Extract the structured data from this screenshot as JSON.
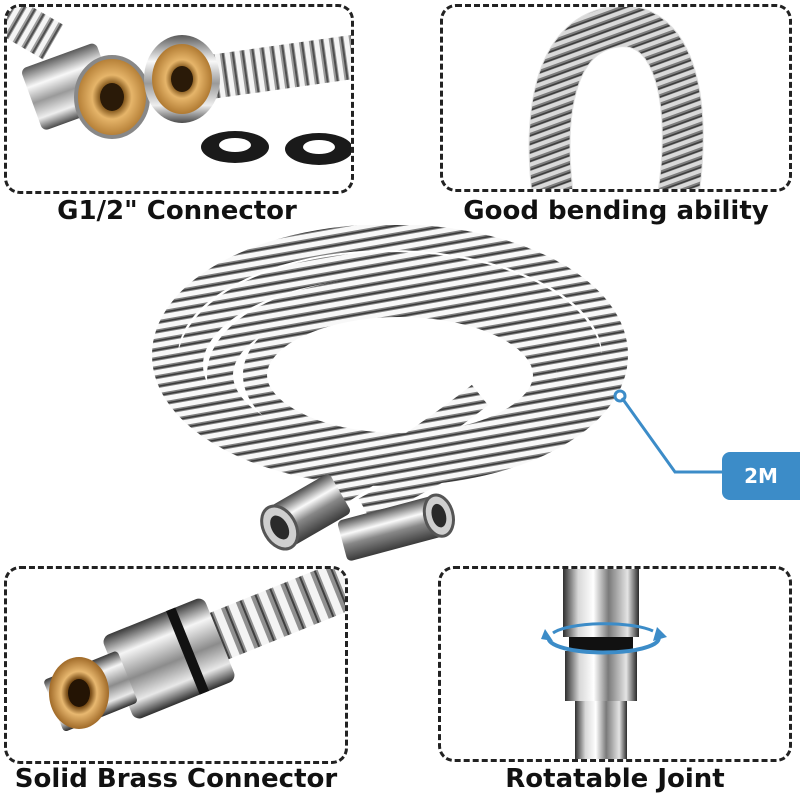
{
  "panels": {
    "top_left": {
      "caption": "G1/2\" Connector"
    },
    "top_right": {
      "caption": "Good bending ability"
    },
    "bottom_left": {
      "caption": "Solid Brass Connector"
    },
    "bottom_right": {
      "caption": "Rotatable Joint"
    }
  },
  "length_badge": {
    "label": "2M"
  },
  "colors": {
    "chrome_light": "#f2f2f2",
    "chrome_dark": "#5a5a5a",
    "brass": "#d4a25a",
    "accent_blue": "#3c8cc8",
    "panel_border": "#222222"
  },
  "icons": [
    "rotation-arrow-icon",
    "callout-line-icon"
  ]
}
